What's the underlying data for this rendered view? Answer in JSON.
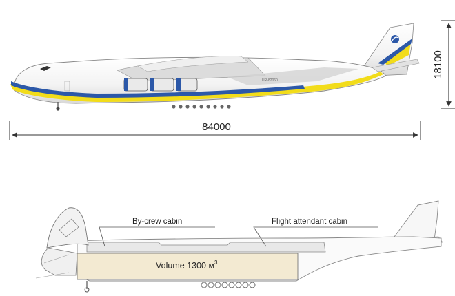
{
  "dimensions": {
    "length": "84000",
    "height": "18100"
  },
  "aircraft": {
    "registration": "UR-82060"
  },
  "labels": {
    "by_crew_cabin": "By-crew cabin",
    "flight_attendant_cabin": "Flight attendant cabin",
    "volume": "Volume  1300 м",
    "volume_superscript": "3"
  },
  "colors": {
    "livery_blue": "#2c58a8",
    "livery_yellow": "#f2dc1a",
    "fuselage": "#f4f4f4",
    "cargo_hold": "#f3ead2",
    "line": "#333333"
  },
  "icons": {
    "tail_emblem": "antonov-logo-icon"
  }
}
